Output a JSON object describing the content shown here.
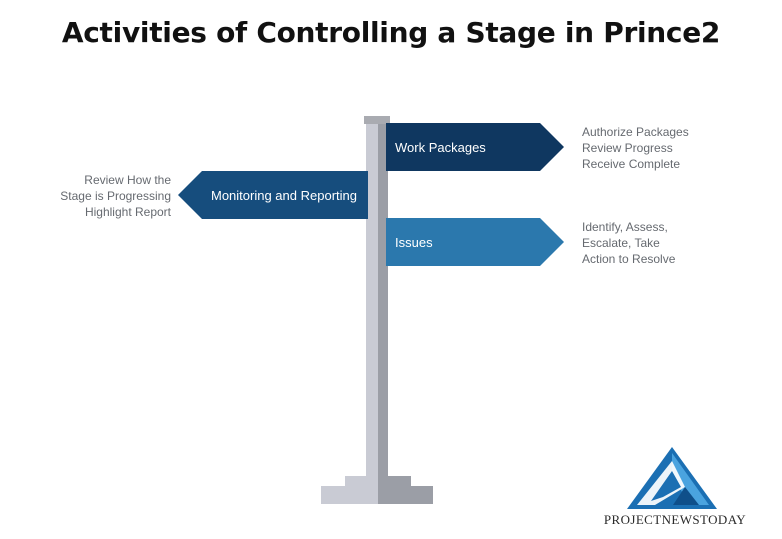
{
  "title": "Activities of Controlling a Stage in Prince2",
  "signs": [
    {
      "label": "Work Packages",
      "direction": "right",
      "color": "#0f3760",
      "description": [
        "Authorize Packages",
        "Review Progress",
        "Receive Complete"
      ]
    },
    {
      "label": "Monitoring and Reporting",
      "direction": "left",
      "color": "#164d7d",
      "description": [
        "Review How the",
        "Stage is Progressing",
        "Highlight Report"
      ]
    },
    {
      "label": "Issues",
      "direction": "right",
      "color": "#2b78ad",
      "description": [
        "Identify, Assess,",
        "Escalate, Take",
        "Action to Resolve"
      ]
    }
  ],
  "brand": {
    "name": "ProjectNewsToday",
    "display": "PROJECTNEWSTODAY",
    "logo_icon": "triangle-logo-icon"
  },
  "colors": {
    "pole_light": "#c9cbd4",
    "pole_dark": "#9b9ea6",
    "text_gray": "#666a70",
    "logo_blue": "#1b6fb3"
  }
}
